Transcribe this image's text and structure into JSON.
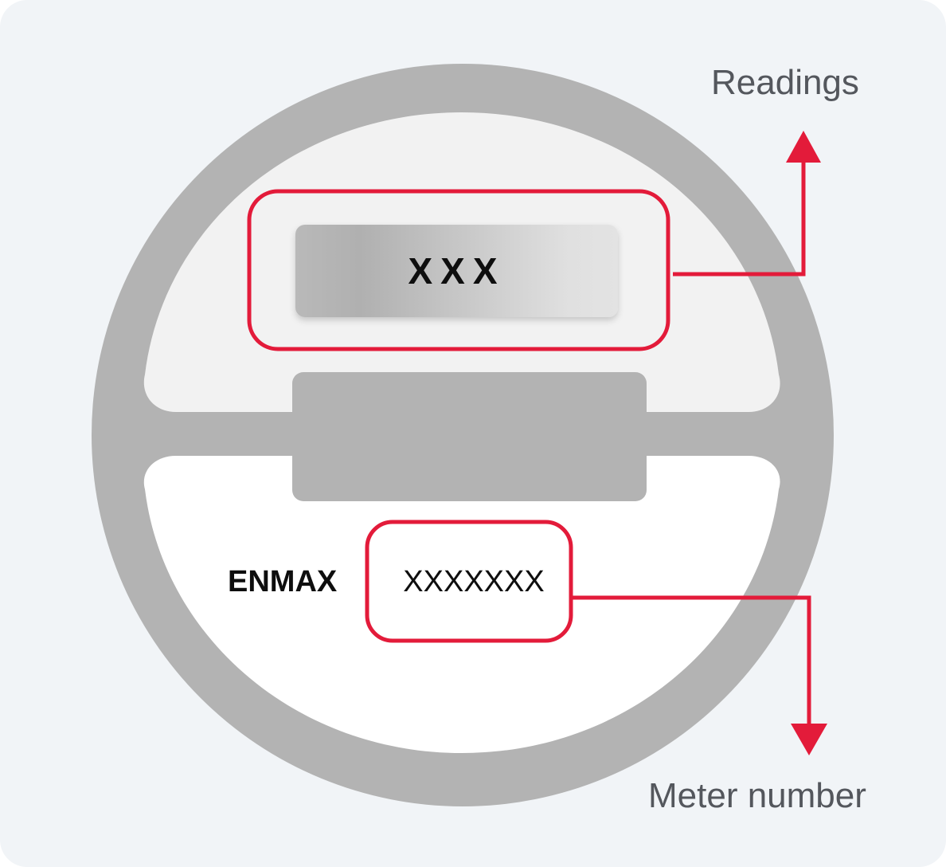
{
  "labels": {
    "readings": "Readings",
    "meter_number": "Meter number"
  },
  "meter": {
    "reading_value": "XXX",
    "brand": "ENMAX",
    "serial_value": "XXXXXXX"
  },
  "colors": {
    "background": "#f1f4f7",
    "meter_ring": "#b3b3b3",
    "upper_face": "#f2f2f2",
    "lower_face": "#ffffff",
    "highlight": "#e31b3a",
    "label_text": "#54575d"
  }
}
